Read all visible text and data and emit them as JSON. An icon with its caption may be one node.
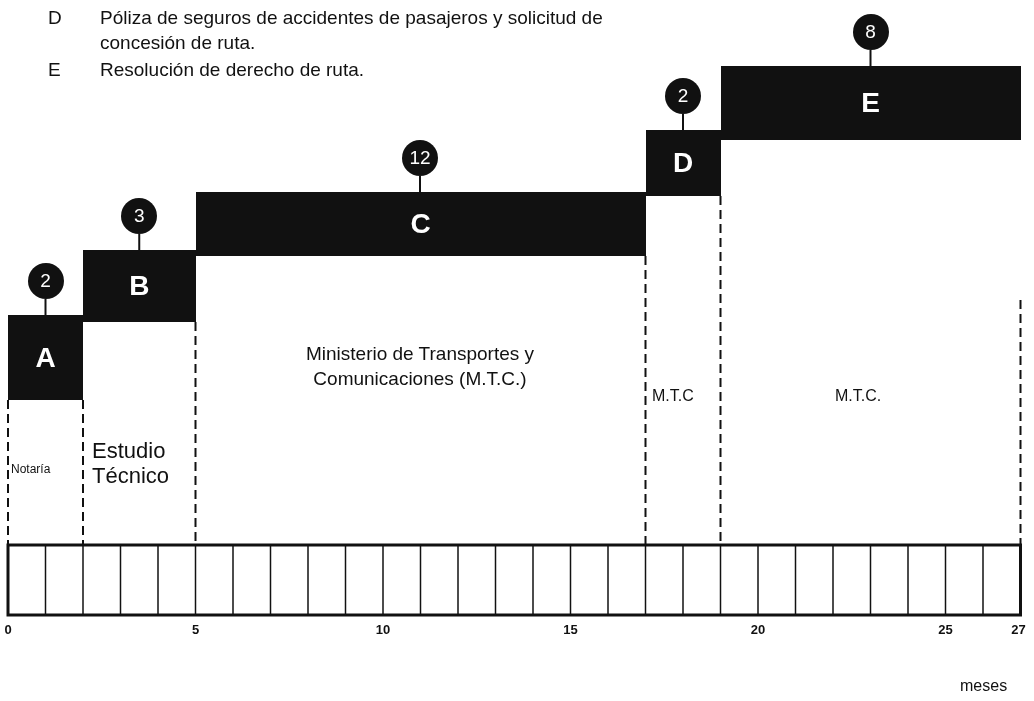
{
  "diagram": {
    "nodes": [
      {
        "text": [
          "A"
        ],
        "beside": [
          "2"
        ]
      },
      {
        "text": [
          "B"
        ],
        "beside": [
          "3"
        ]
      },
      {
        "text": [
          "C"
        ],
        "beside": [
          "12"
        ]
      },
      {
        "text": [
          "D"
        ],
        "beside": [
          "2"
        ]
      },
      {
        "text": [
          "E"
        ],
        "beside": [
          "8"
        ]
      }
    ],
    "edges": [],
    "labels": [
      "D",
      "Póliza de seguros de accidentes de pasajeros y solicitud de concesión de ruta.",
      "E",
      "Resolución de derecho de ruta.",
      "Ministerio de Transportes y Comunicaciones (M.T.C.)",
      "M.T.C",
      "M.T.C.",
      "Estudio Técnico",
      "Notaría",
      "0",
      "5",
      "10",
      "15",
      "20",
      "25",
      "27",
      "meses"
    ]
  }
}
